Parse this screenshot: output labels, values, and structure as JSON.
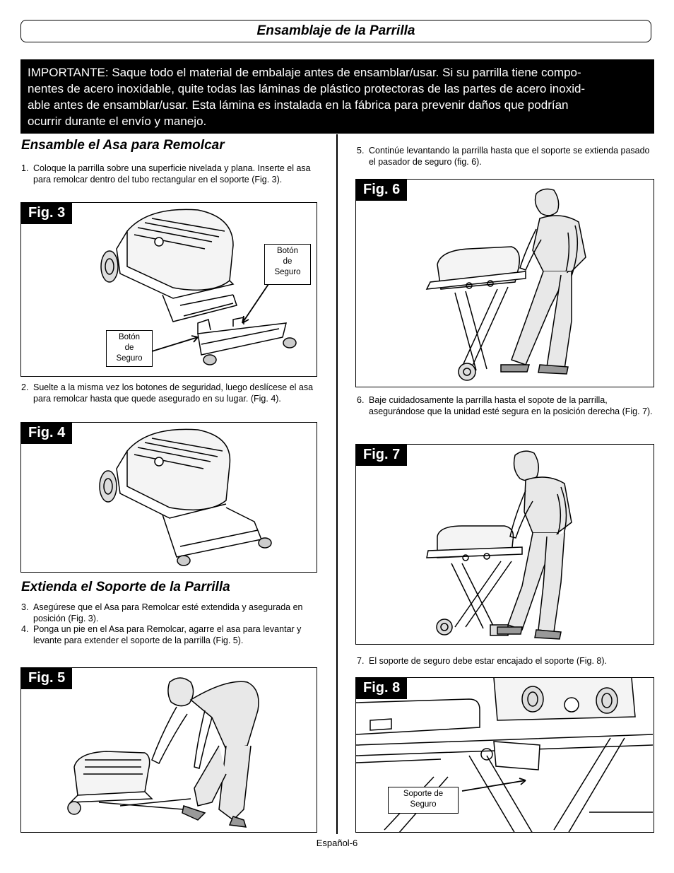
{
  "header": {
    "title": "Ensamblaje de la Parrilla"
  },
  "important": {
    "lines": [
      "IMPORTANTE: Saque todo el material de embalaje antes de ensamblar/usar. Si su parrilla tiene compo-",
      "nentes de acero inoxidable, quite todas las láminas de plástico protectoras de las partes de acero inoxid-",
      "able antes de ensamblar/usar. Esta lámina es instalada en la fábrica para prevenir daños que podrían",
      "ocurrir durante el envío y manejo."
    ]
  },
  "left": {
    "section1_title": "Ensamble el Asa para Remolcar",
    "step1": {
      "num": "1.",
      "text": "Coloque la parrilla sobre una superficie nivelada y  plana. Inserte el asa para remolcar dentro del tubo rectangular en el soporte (Fig. 3)."
    },
    "fig3": {
      "label": "Fig. 3",
      "callout_right": [
        "Botón",
        "de",
        "Seguro"
      ],
      "callout_left": [
        "Botón",
        "de",
        "Seguro"
      ]
    },
    "step2": {
      "num": "2.",
      "text": "Suelte a la misma vez los botones de seguridad, luego deslícese el asa para remolcar hasta que  quede asegurado en su lugar. (Fig.  4)."
    },
    "fig4": {
      "label": "Fig. 4"
    },
    "section2_title": "Extienda el Soporte de la Parrilla",
    "step3": {
      "num": "3.",
      "text": "Asegúrese que el Asa para Remolcar esté extendida y asegurada en posición (Fig. 3)."
    },
    "step4": {
      "num": "4.",
      "text": "Ponga un pie en el Asa para Remolcar, agarre  el asa para levantar y levante para extender el soporte de la parrilla (Fig. 5)."
    },
    "fig5": {
      "label": "Fig. 5"
    }
  },
  "right": {
    "step5": {
      "num": "5.",
      "text": "Continúe levantando la parrilla hasta que el soporte se extienda pasado el pasador de seguro (fig. 6)."
    },
    "fig6": {
      "label": "Fig. 6"
    },
    "step6": {
      "num": "6.",
      "text": "Baje cuidadosamente la parrilla hasta el sopote de la parrilla, asegurándose que la unidad esté segura en la posición derecha (Fig. 7)."
    },
    "fig7": {
      "label": "Fig. 7"
    },
    "step7": {
      "num": "7.",
      "text": "El soporte de seguro debe estar encajado el soporte (Fig. 8)."
    },
    "fig8": {
      "label": "Fig. 8",
      "callout": [
        "Soporte de",
        "Seguro"
      ]
    }
  },
  "footer": {
    "page": "Español-6"
  }
}
